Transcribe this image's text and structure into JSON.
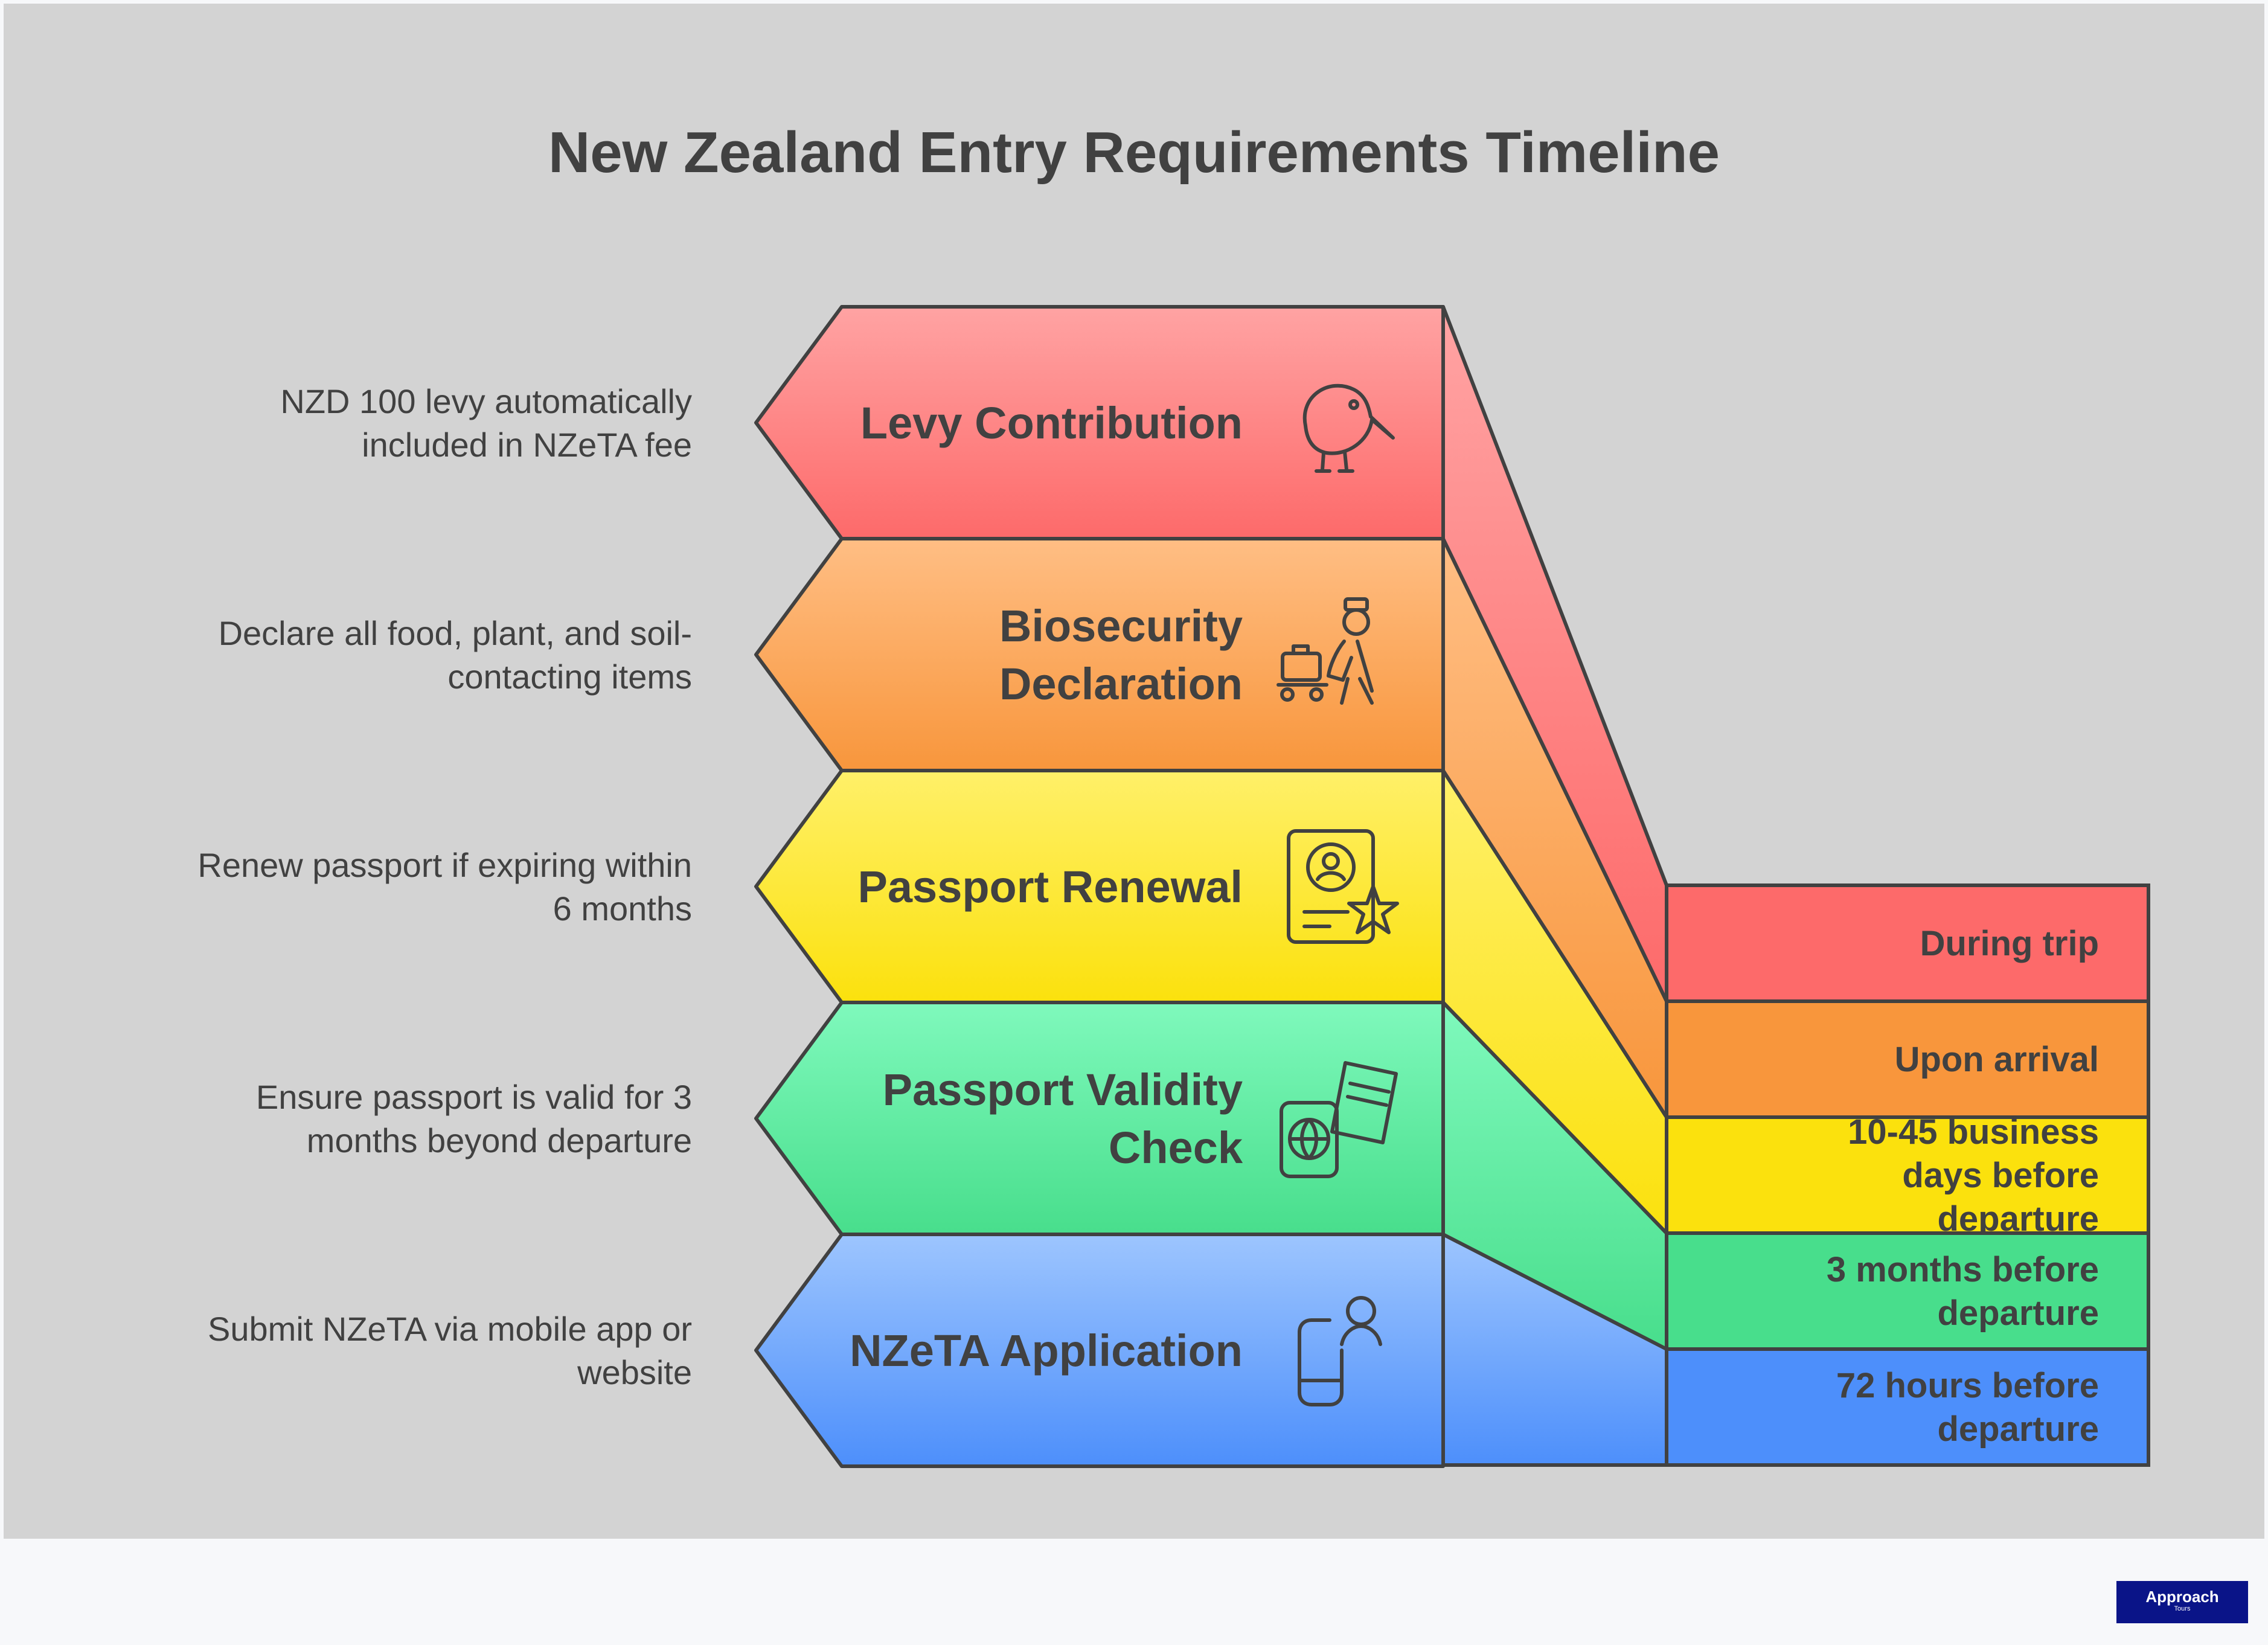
{
  "title": "New Zealand Entry Requirements Timeline",
  "steps": [
    {
      "key": "levy",
      "label_lines": [
        "Levy Contribution"
      ],
      "description_lines": [
        "NZD 100 levy automatically",
        "included in NZeTA fee"
      ],
      "timing_lines": [
        "During trip"
      ],
      "icon": "kiwi-bird-icon",
      "color_top": "#ffa3a3",
      "color_bottom": "#fd6a6a"
    },
    {
      "key": "biosecurity",
      "label_lines": [
        "Biosecurity",
        "Declaration"
      ],
      "description_lines": [
        "Declare all food, plant, and soil-",
        "contacting items"
      ],
      "timing_lines": [
        "Upon arrival"
      ],
      "icon": "porter-luggage-icon",
      "color_top": "#ffbe84",
      "color_bottom": "#f8963c"
    },
    {
      "key": "renewal",
      "label_lines": [
        "Passport Renewal"
      ],
      "description_lines": [
        "Renew passport if expiring within",
        "6 months"
      ],
      "timing_lines": [
        "10-45 business",
        "days before",
        "departure"
      ],
      "icon": "id-card-star-icon",
      "color_top": "#fff069",
      "color_bottom": "#fbe10d"
    },
    {
      "key": "validity",
      "label_lines": [
        "Passport Validity",
        "Check"
      ],
      "description_lines": [
        "Ensure passport is valid for 3",
        "months beyond departure"
      ],
      "timing_lines": [
        "3 months before",
        "departure"
      ],
      "icon": "passport-ticket-icon",
      "color_top": "#7ff9bc",
      "color_bottom": "#48de8c"
    },
    {
      "key": "nzeta",
      "label_lines": [
        "NZeTA Application"
      ],
      "description_lines": [
        "Submit NZeTA via mobile app or",
        "website"
      ],
      "timing_lines": [
        "72 hours before",
        "departure"
      ],
      "icon": "mobile-user-icon",
      "color_top": "#9dc5fe",
      "color_bottom": "#4d8ffb"
    }
  ],
  "brand": {
    "name": "Approach",
    "sub": "Tours"
  },
  "colors": {
    "panel": "#d3d3d3",
    "text": "#414141",
    "stroke": "#414141",
    "footer": "#f7f8fa",
    "logo": "#0a1488"
  }
}
